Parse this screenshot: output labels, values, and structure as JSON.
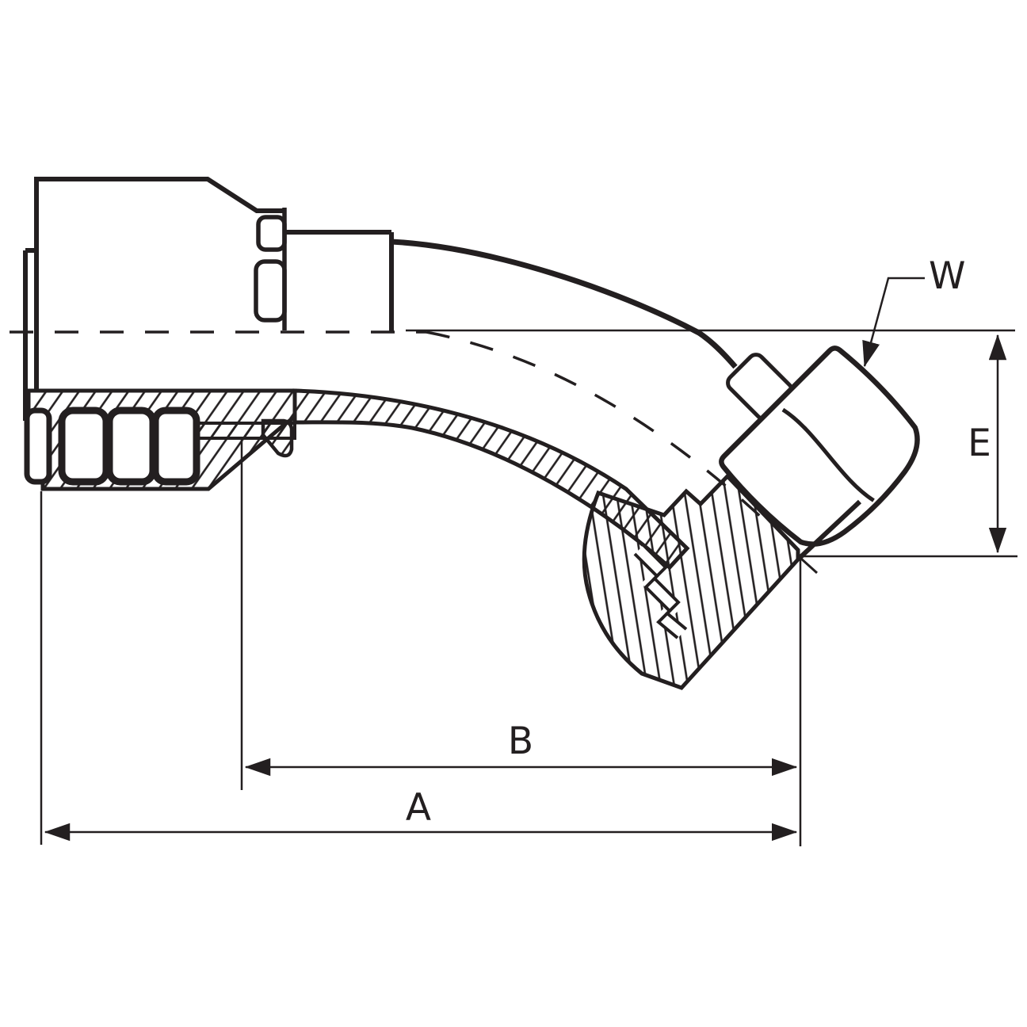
{
  "drawing": {
    "kind": "hydraulic-hose-fitting-section-45deg",
    "colors": {
      "line": "#231f20",
      "background": "#ffffff"
    },
    "labels": {
      "callout_w": "W",
      "dim_e": "E",
      "dim_b": "B",
      "dim_a": "A"
    }
  }
}
